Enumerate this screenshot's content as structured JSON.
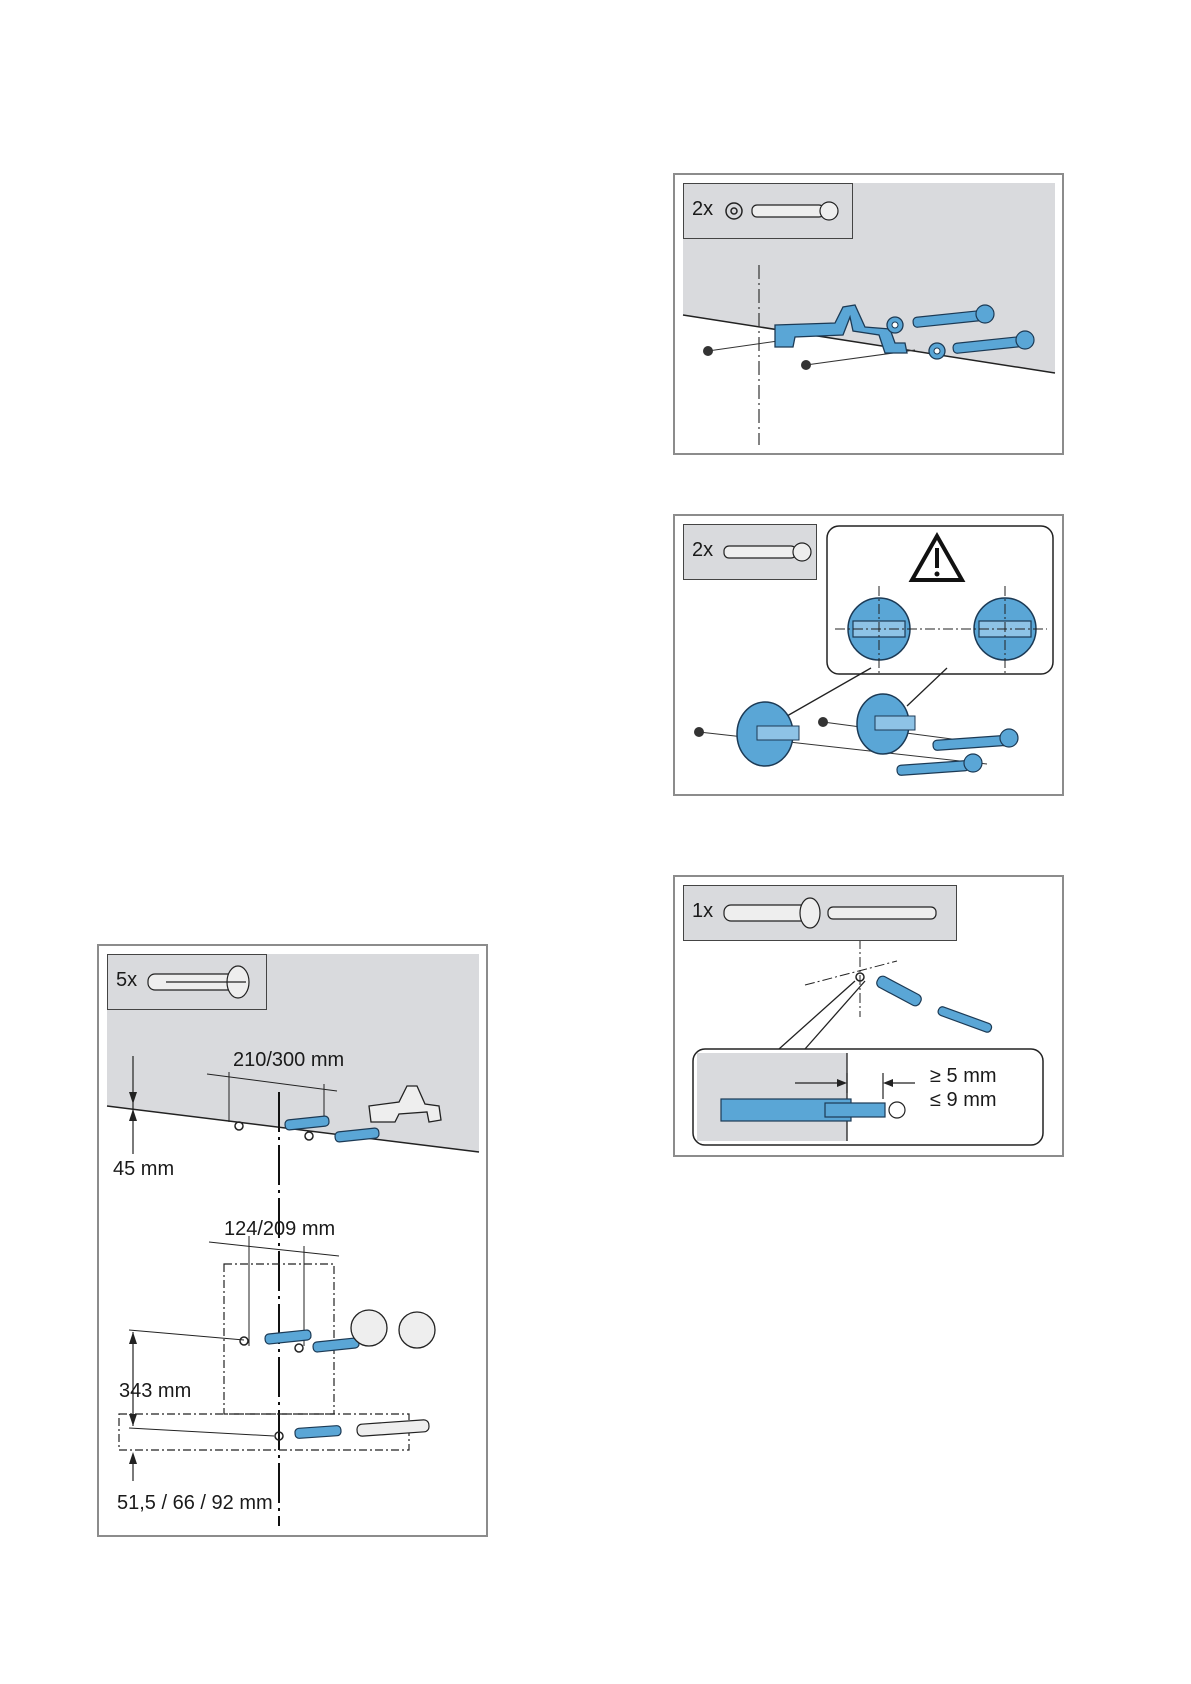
{
  "figures": {
    "bracket_fix": {
      "quantity": "2x",
      "parts": [
        "washer-icon",
        "screw-icon"
      ]
    },
    "clamp_fix": {
      "quantity": "2x",
      "parts": [
        "screw-icon"
      ],
      "warning": "warning-triangle-icon"
    },
    "anchor_set": {
      "quantity": "1x",
      "parts": [
        "dowel-icon",
        "threaded-rod-icon"
      ],
      "dim_min": "≥ 5 mm",
      "dim_max": "≤ 9 mm"
    },
    "drill_plan": {
      "quantity": "5x",
      "parts": [
        "dowel-icon"
      ],
      "dim_spacing_top": "210/300 mm",
      "dim_height_top": "45 mm",
      "dim_spacing_mid": "124/209 mm",
      "dim_height_mid": "343 mm",
      "dim_bottom": "51,5 / 66 / 92 mm"
    }
  },
  "colors": {
    "part_blue": "#5aa6d6",
    "wall_grey": "#d9dadd",
    "frame_grey": "#8c8c8c"
  }
}
